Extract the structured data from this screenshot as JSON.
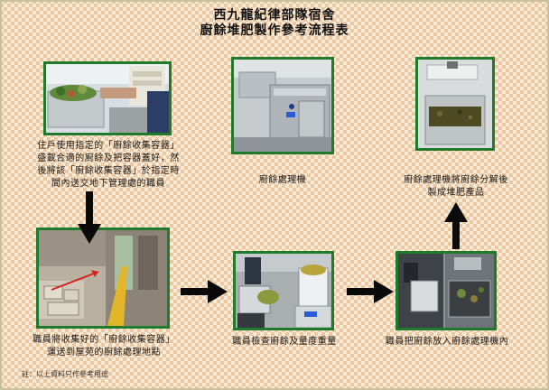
{
  "title": {
    "line1": "西九龍紀律部隊宿舍",
    "line2": "廚餘堆肥製作參考流程表"
  },
  "steps": [
    {
      "id": "step1",
      "caption_lines": [
        "住戶使用指定的「廚餘收集容器」",
        "盛載合適的廚餘及把容器蓋好，然",
        "後將該「廚餘收集容器」於指定時",
        "間內送交地下管理處的職員"
      ]
    },
    {
      "id": "step2",
      "caption_lines": [
        "廚餘處理機"
      ]
    },
    {
      "id": "step3",
      "caption_lines": [
        "廚餘處理機將廚餘分解後",
        "製成堆肥產品"
      ]
    },
    {
      "id": "step4",
      "caption_lines": [
        "職員將收集好的「廚餘收集容器」",
        "運送到屋苑的廚餘處理地點"
      ]
    },
    {
      "id": "step5",
      "caption_lines": [
        "職員檢查廚餘及量度重量"
      ]
    },
    {
      "id": "step6",
      "caption_lines": [
        "職員把廚餘放入廚餘處理機內"
      ]
    }
  ],
  "footnote": "註：以上資料只作參考用途",
  "colors": {
    "photo_border": "#1f7a2c",
    "arrow": "#0a0a0a",
    "background_check": "#ecc7a0"
  }
}
